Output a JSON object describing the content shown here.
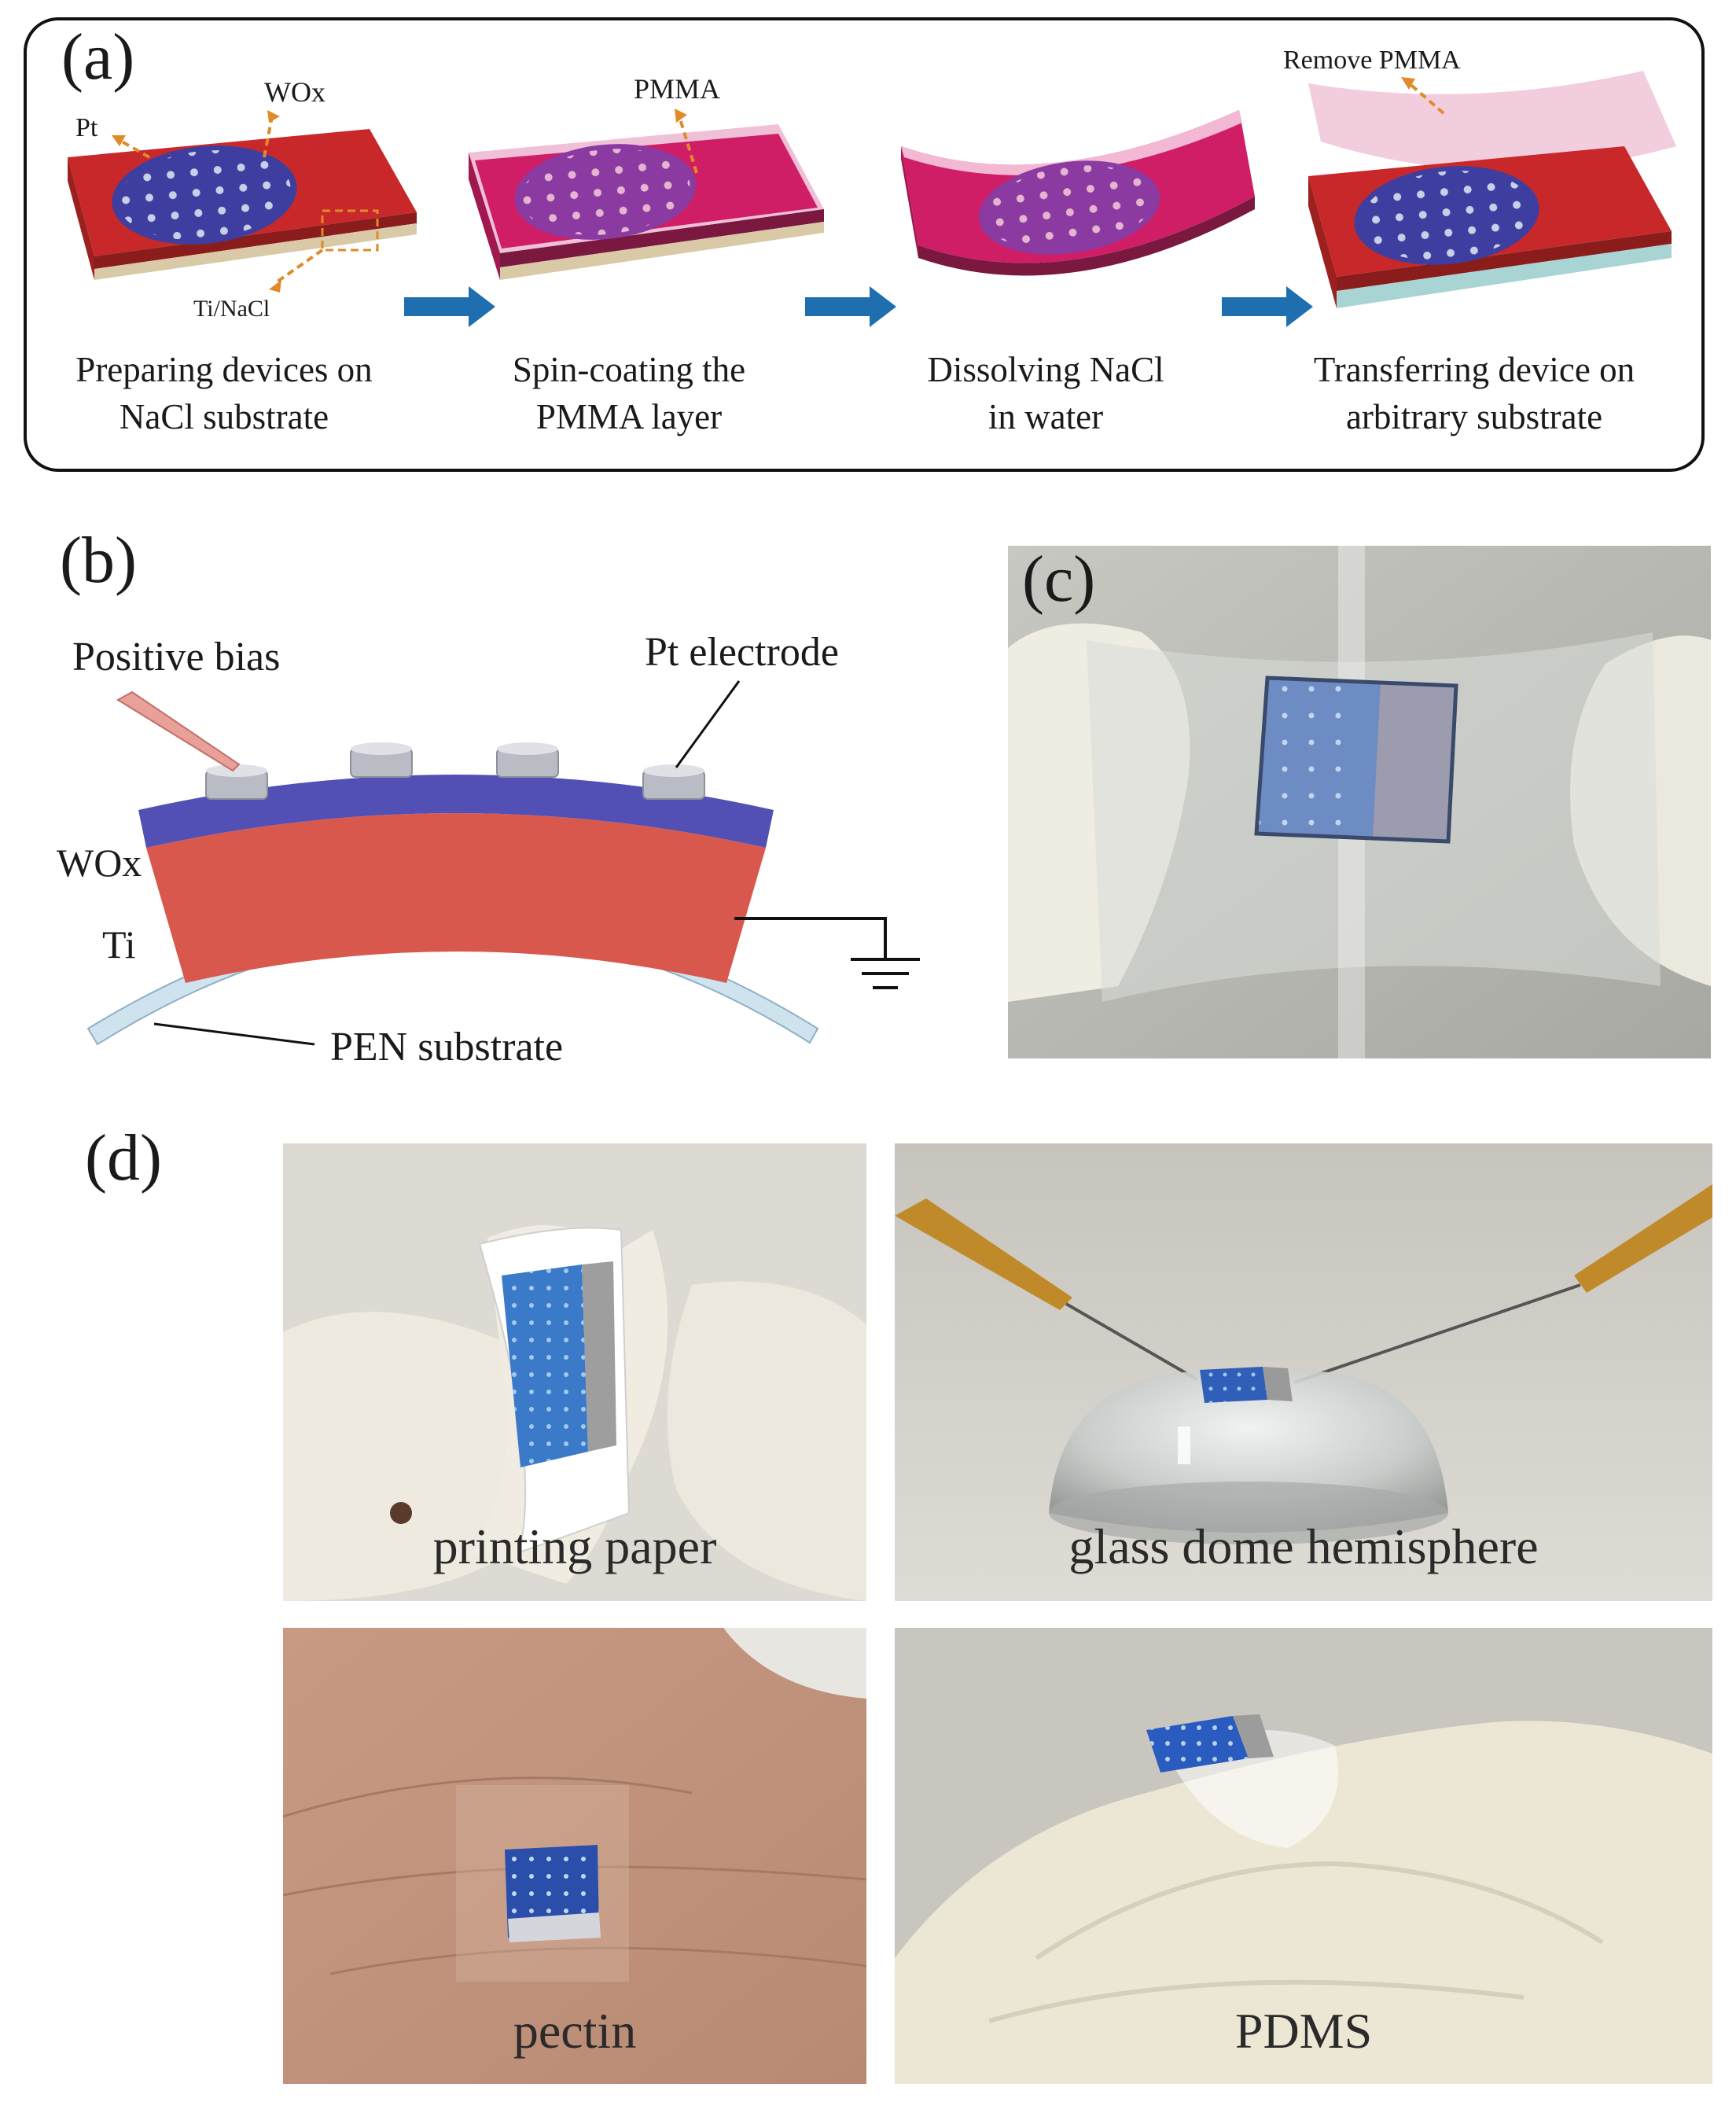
{
  "panel_a": {
    "letter": "(a)",
    "labels": {
      "pt": "Pt",
      "wox": "WOx",
      "ti_nacl": "Ti/NaCl",
      "pmma": "PMMA",
      "remove_pmma": "Remove PMMA"
    },
    "steps": [
      {
        "line1": "Preparing devices on",
        "line2": "NaCl substrate"
      },
      {
        "line1": "Spin-coating the",
        "line2": "PMMA layer"
      },
      {
        "line1": "Dissolving NaCl",
        "line2": "in water"
      },
      {
        "line1": "Transferring device on",
        "line2": "arbitrary substrate"
      }
    ]
  },
  "panel_b": {
    "letter": "(b)",
    "positive_bias": "Positive bias",
    "pt_electrode": "Pt electrode",
    "wox": "WOx",
    "ti": "Ti",
    "pen_substrate": "PEN substrate"
  },
  "panel_c": {
    "letter": "(c)"
  },
  "panel_d": {
    "letter": "(d)",
    "photos": [
      "printing paper",
      "glass dome hemisphere",
      "pectin",
      "PDMS"
    ]
  },
  "colors": {
    "ti_red": "#c8282a",
    "wox_blue": "#4a4aa8",
    "pmma_pink": "#d01e66",
    "arrow_blue": "#1f6fb0",
    "dash_orange": "#e08a2a"
  }
}
